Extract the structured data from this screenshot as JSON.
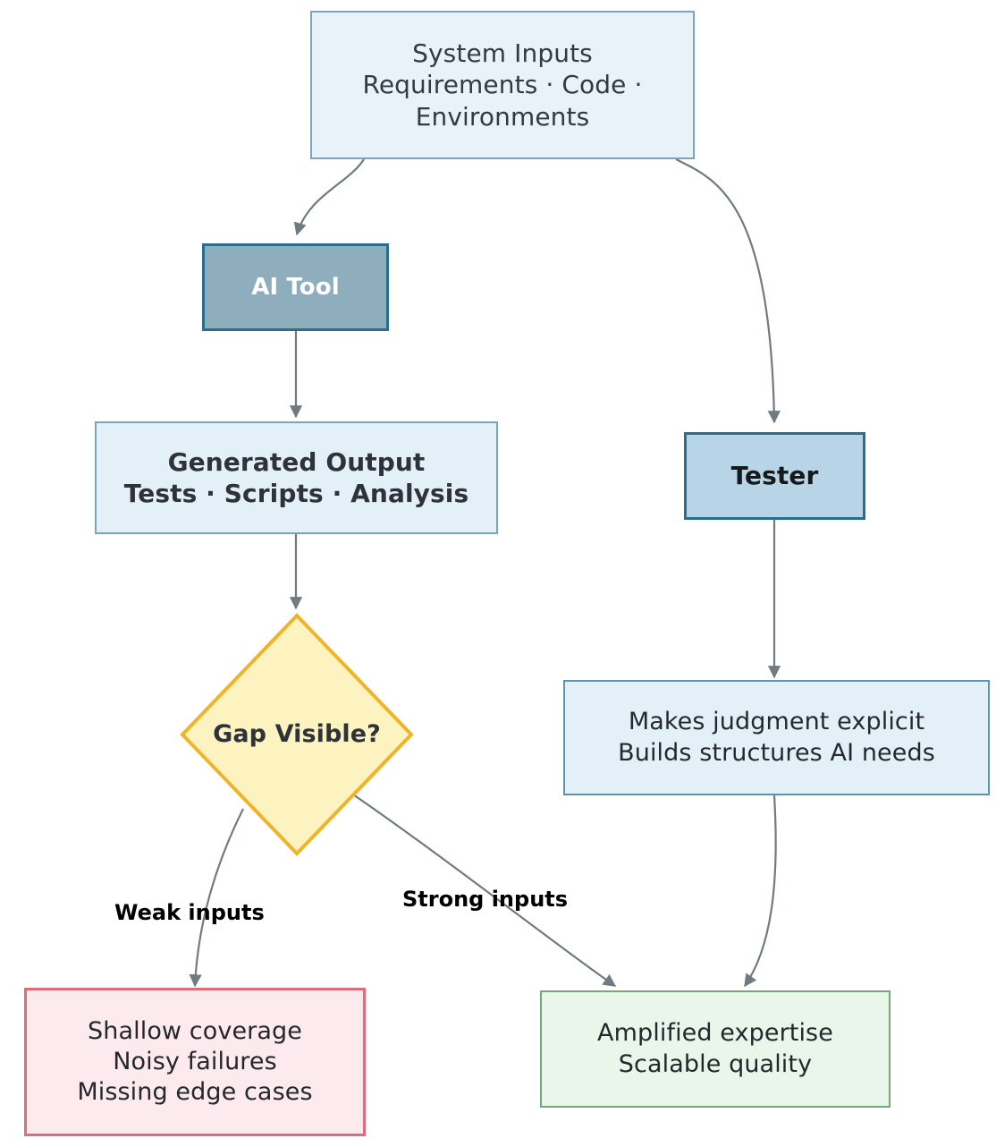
{
  "diagram": {
    "type": "flowchart",
    "orientation": "top-down",
    "background_color": "#ffffff",
    "edge_stroke_color": "#707b80",
    "nodes": [
      {
        "id": "system-inputs",
        "label": "System Inputs\nRequirements · Code ·\nEnvironments",
        "shape": "rectangle",
        "fill": "#e8f2f8",
        "stroke": "#7ba5bd"
      },
      {
        "id": "ai-tool",
        "label": "AI Tool",
        "shape": "rectangle",
        "fill": "#8faebd",
        "stroke": "#2a6d8c"
      },
      {
        "id": "generated-output",
        "label": "Generated Output\nTests · Scripts · Analysis",
        "shape": "rectangle",
        "fill": "#e4f0f8",
        "stroke": "#7ba5bd"
      },
      {
        "id": "gap-visible",
        "label": "Gap Visible?",
        "shape": "diamond",
        "fill": "#fdf3c0",
        "stroke": "#f0b429"
      },
      {
        "id": "tester",
        "label": "Tester",
        "shape": "rectangle",
        "fill": "#b7d5e6",
        "stroke": "#2a6d8c"
      },
      {
        "id": "judgment-explicit",
        "label": "Makes judgment explicit\nBuilds structures AI needs",
        "shape": "rectangle",
        "fill": "#e4f0f8",
        "stroke": "#5f93ae"
      },
      {
        "id": "weak-outcome",
        "label": "Shallow coverage\nNoisy failures\nMissing edge cases",
        "shape": "rectangle",
        "fill": "#fdeaee",
        "stroke": "#e06b7c"
      },
      {
        "id": "strong-outcome",
        "label": "Amplified expertise\nScalable quality",
        "shape": "rectangle",
        "fill": "#eaf6ea",
        "stroke": "#73ab78"
      }
    ],
    "edges": [
      {
        "from": "system-inputs",
        "to": "ai-tool",
        "label": ""
      },
      {
        "from": "system-inputs",
        "to": "tester",
        "label": ""
      },
      {
        "from": "ai-tool",
        "to": "generated-output",
        "label": ""
      },
      {
        "from": "generated-output",
        "to": "gap-visible",
        "label": ""
      },
      {
        "from": "tester",
        "to": "judgment-explicit",
        "label": ""
      },
      {
        "from": "gap-visible",
        "to": "weak-outcome",
        "label": "Weak inputs"
      },
      {
        "from": "gap-visible",
        "to": "strong-outcome",
        "label": "Strong inputs"
      },
      {
        "from": "judgment-explicit",
        "to": "strong-outcome",
        "label": ""
      }
    ],
    "edge_labels": {
      "weak": "Weak inputs",
      "strong": "Strong inputs"
    }
  }
}
